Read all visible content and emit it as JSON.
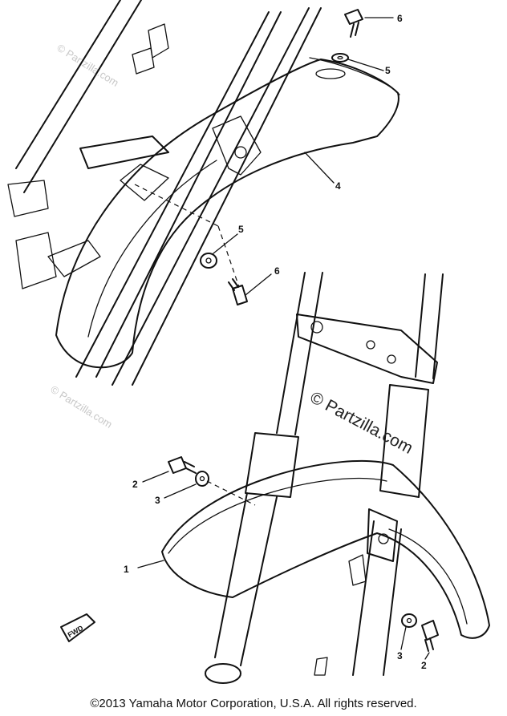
{
  "callouts": {
    "top": {
      "bolt": "6",
      "washer": "5",
      "fender": "4",
      "lower_washer": "5",
      "lower_bolt": "6"
    },
    "bottom": {
      "fender": "1",
      "bolt_left": "2",
      "washer_left": "3",
      "washer_right": "3",
      "bolt_right": "2"
    }
  },
  "direction_tag": "FWD",
  "watermark": {
    "main": "© Partzilla.com",
    "faint": "© Partzilla.com"
  },
  "footer": {
    "copyright": "©2013  Yamaha Motor Corporation, U.S.A. All rights reserved."
  }
}
